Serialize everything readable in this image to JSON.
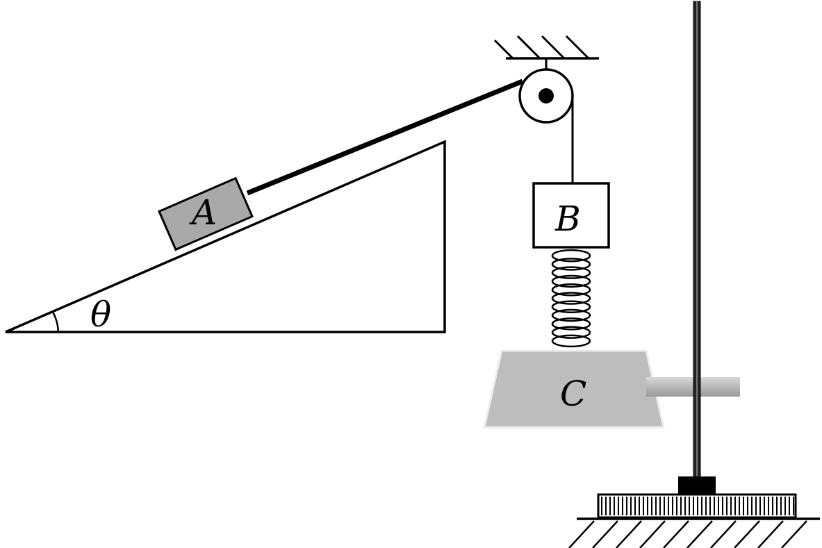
{
  "labels": {
    "block_a": "A",
    "block_b": "B",
    "block_c": "C",
    "angle": "θ"
  },
  "colors": {
    "stroke": "#000000",
    "block_a_fill": "#a9a9a9",
    "block_b_fill": "#ffffff",
    "block_c_fill": "#bdbdbd",
    "clamp_fill": "#c0c0c0",
    "background": "#ffffff"
  },
  "spring": {
    "coils": 11
  }
}
